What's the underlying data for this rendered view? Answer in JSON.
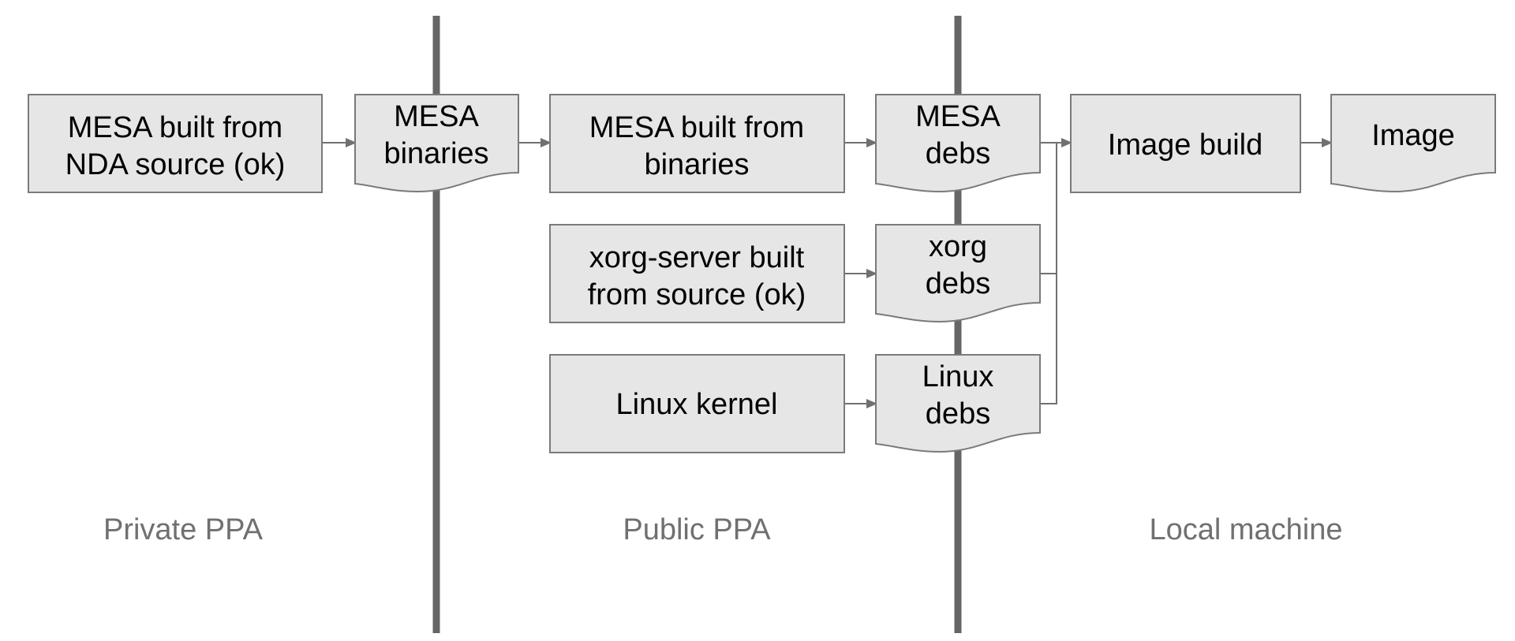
{
  "zones": {
    "private": "Private PPA",
    "public": "Public PPA",
    "local": "Local machine"
  },
  "nodes": {
    "mesa_nda": {
      "line1": "MESA built from",
      "line2": "NDA source (ok)"
    },
    "mesa_binaries": {
      "line1": "MESA",
      "line2": "binaries"
    },
    "mesa_from_binaries": {
      "line1": "MESA built from",
      "line2": "binaries"
    },
    "mesa_debs": {
      "line1": "MESA",
      "line2": "debs"
    },
    "xorg_server": {
      "line1": "xorg-server built",
      "line2": "from source (ok)"
    },
    "xorg_debs": {
      "line1": "xorg",
      "line2": "debs"
    },
    "linux_kernel": {
      "line1": "Linux kernel"
    },
    "linux_debs": {
      "line1": "Linux",
      "line2": "debs"
    },
    "image_build": {
      "line1": "Image build"
    },
    "image": {
      "line1": "Image"
    }
  }
}
